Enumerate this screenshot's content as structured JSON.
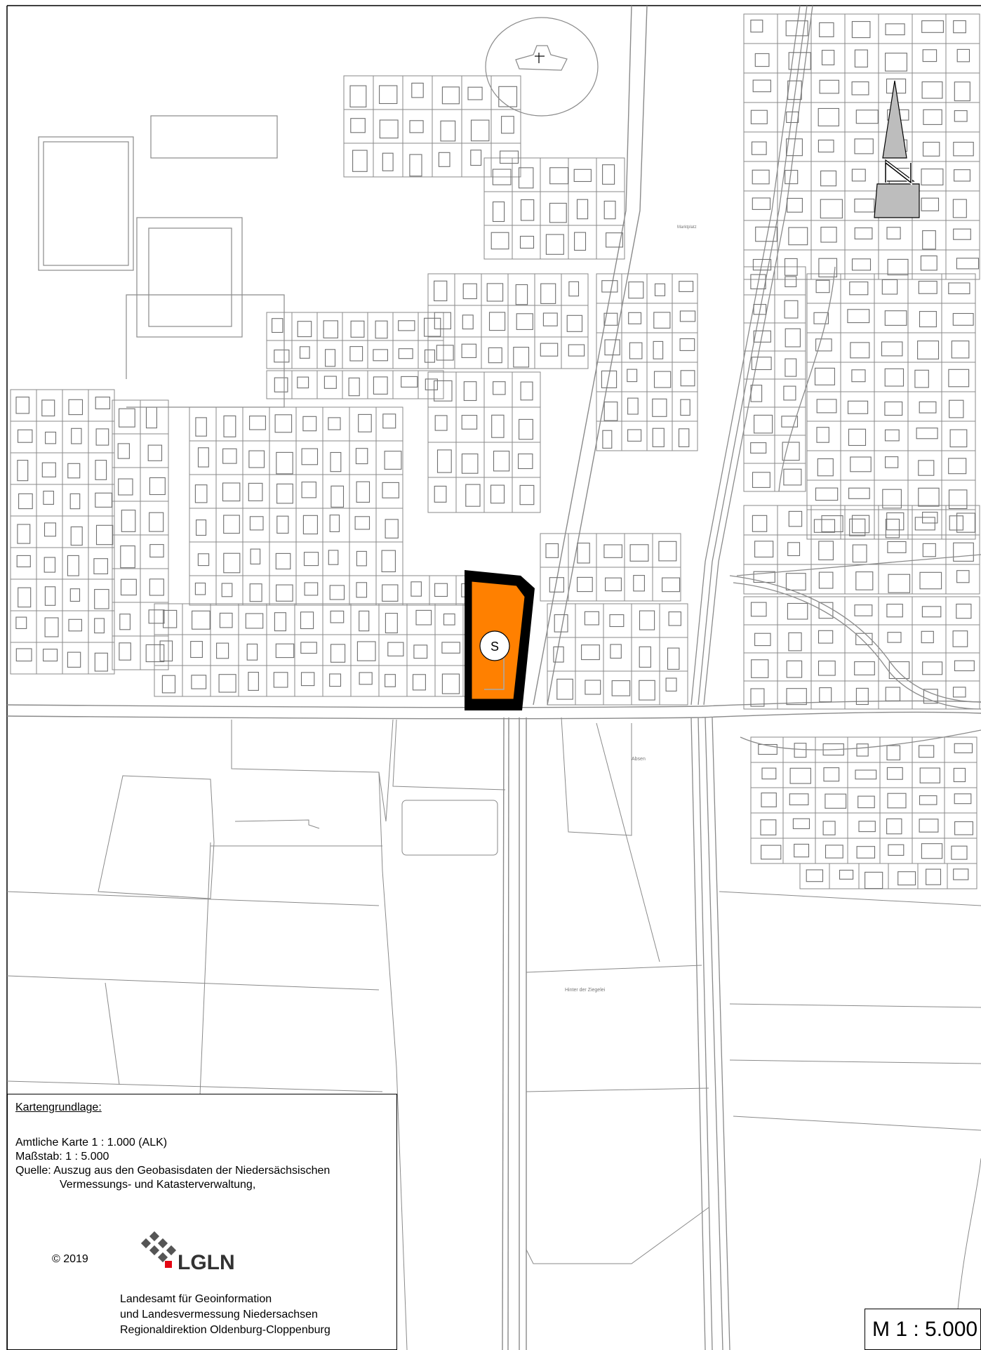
{
  "map": {
    "place_labels": [
      "Absen",
      "Hinter der Ziegelei",
      "Marktplatz"
    ],
    "site_marker": "S",
    "colors": {
      "site_fill": "#FF8000",
      "site_border": "#000000",
      "linework": "#8a8a8a",
      "background": "#ffffff"
    },
    "north_arrow": "north-arrow-icon"
  },
  "legend": {
    "title": "Kartengrundlage:",
    "lines": [
      "Amtliche Karte 1 : 1.000 (ALK)",
      "Maßstab: 1 : 5.000",
      "Quelle: Auszug aus den Geobasisdaten der Niedersächsischen",
      "Vermessungs- und Katasterverwaltung,"
    ],
    "copyright": "©  2019",
    "logo_text": "LGLN",
    "org_lines": [
      "Landesamt für Geoinformation",
      "und Landesvermessung Niedersachsen",
      "Regionaldirektion Oldenburg-Cloppenburg"
    ]
  },
  "scale": {
    "label": "M 1 : 5.000"
  }
}
